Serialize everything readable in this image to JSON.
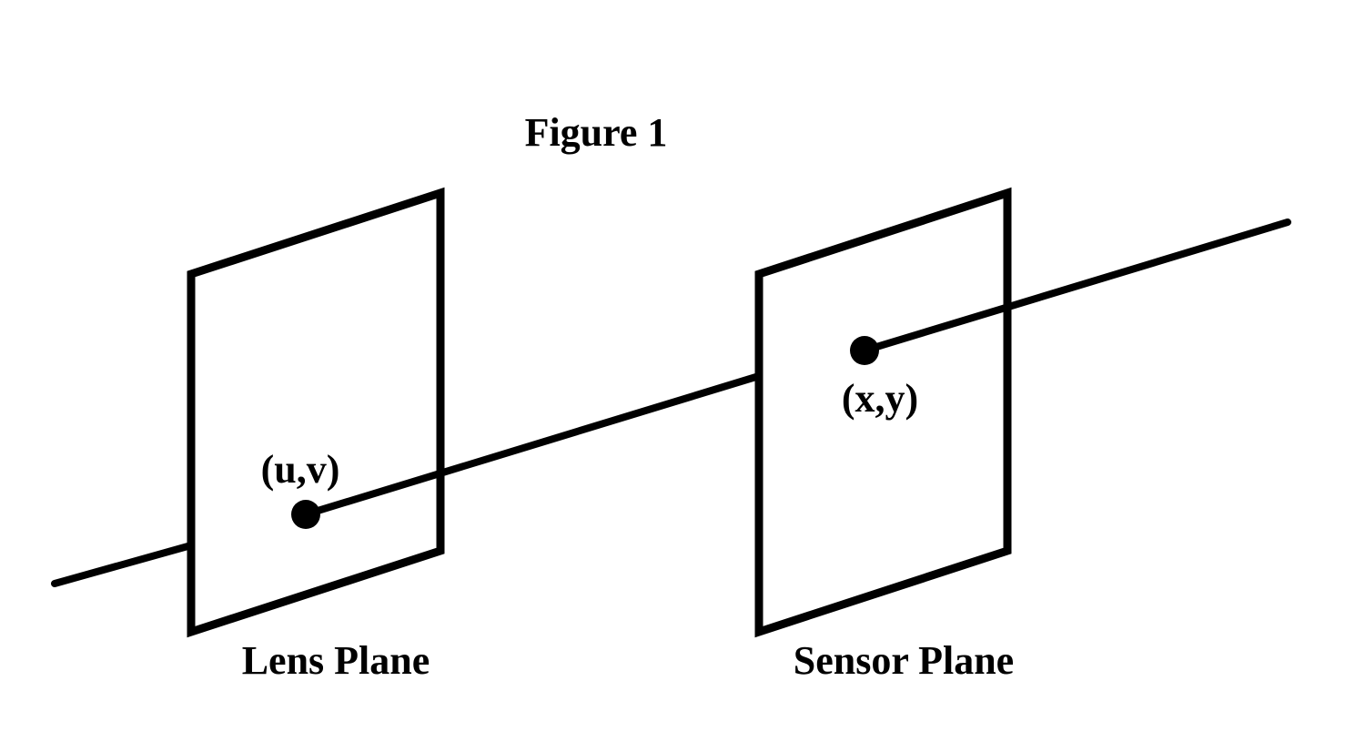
{
  "figure": {
    "title": "Figure 1"
  },
  "planes": {
    "lens": {
      "label": "Lens Plane"
    },
    "sensor": {
      "label": "Sensor Plane"
    }
  },
  "points": {
    "lens_point": {
      "label": "(u,v)"
    },
    "sensor_point": {
      "label": "(x,y)"
    }
  },
  "colors": {
    "ink": "#000000",
    "background": "#ffffff"
  }
}
